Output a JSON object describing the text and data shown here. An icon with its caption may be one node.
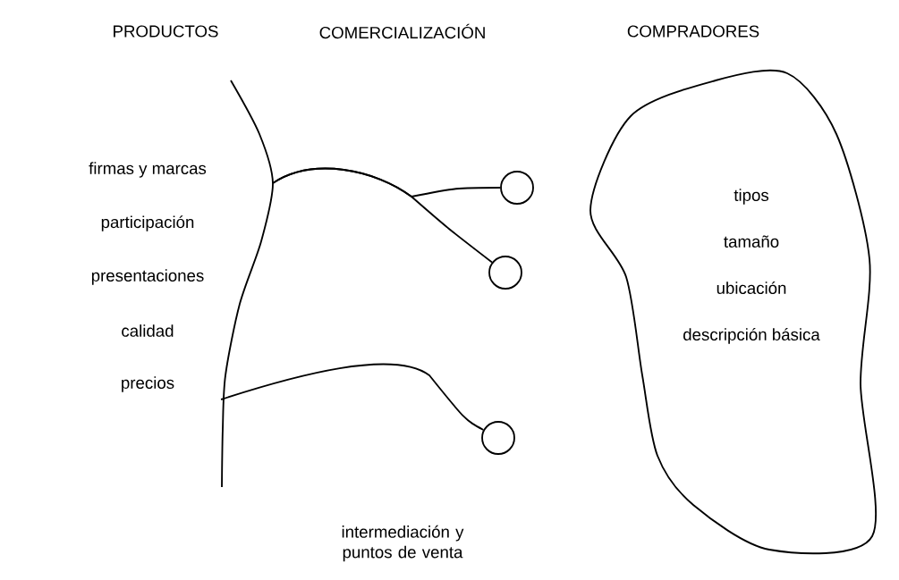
{
  "diagram": {
    "nodes": [
      {
        "text": [],
        "shape": "line"
      },
      {
        "text": [],
        "shape": "circle"
      },
      {
        "text": [],
        "shape": "circle"
      },
      {
        "text": [],
        "shape": "circle"
      },
      {
        "text": [
          "tipos",
          "tamaño",
          "ubicación",
          "descripción básica"
        ]
      }
    ],
    "edges": [
      {
        "from": 0,
        "to": 1,
        "arrow": "none"
      },
      {
        "from": 0,
        "to": 2,
        "arrow": "none"
      },
      {
        "from": 0,
        "to": 3,
        "arrow": "none"
      }
    ],
    "labels": [
      "PRODUCTOS",
      "COMERCIALIZACIÓN",
      "COMPRADORES",
      "firmas y marcas",
      "participación",
      "presentaciones",
      "calidad",
      "precios",
      "intermediación y puntos de venta"
    ]
  }
}
